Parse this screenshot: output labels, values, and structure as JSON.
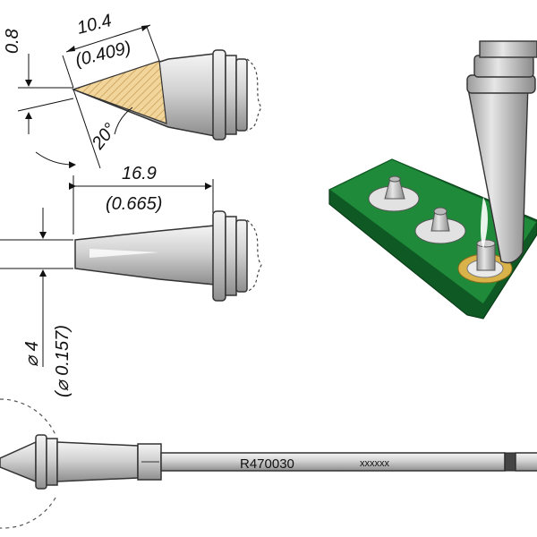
{
  "dimensions": {
    "tip_width": "0.8",
    "tip_length_mm": "10.4",
    "tip_length_in": "(0.409)",
    "tip_angle": "20°",
    "body_length_mm": "16.9",
    "body_length_in": "(0.665)",
    "diameter_mm": "⌀ 4",
    "diameter_in": "(⌀ 0.157)"
  },
  "cartridge": {
    "part_number": "R470030",
    "suffix": "xxxxxx"
  },
  "colors": {
    "metal_light": "#e9e9e9",
    "metal_mid": "#c4c4c4",
    "metal_dark": "#8f8f8f",
    "tin_hatch": "#e8c98a",
    "pcb_green": "#1f8a3a",
    "pcb_dark": "#0f5a24",
    "pad_gold": "#d9b24a"
  }
}
